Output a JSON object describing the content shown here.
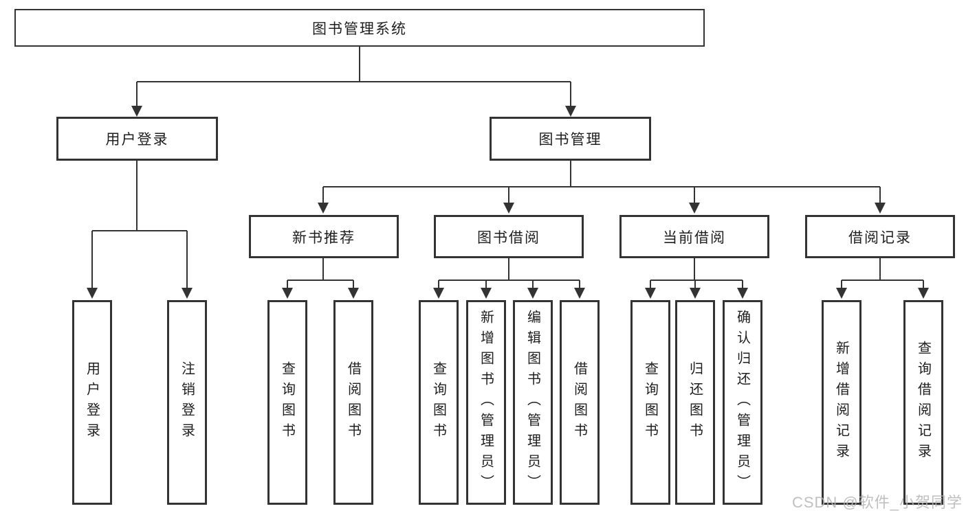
{
  "diagram": {
    "root": {
      "label": "图书管理系统"
    },
    "branches": [
      {
        "label": "用户登录",
        "children": [
          {
            "label": "用户登录"
          },
          {
            "label": "注销登录"
          }
        ]
      },
      {
        "label": "图书管理",
        "children": [
          {
            "label": "新书推荐",
            "children": [
              {
                "label": "查询图书"
              },
              {
                "label": "借阅图书"
              }
            ]
          },
          {
            "label": "图书借阅",
            "children": [
              {
                "label": "查询图书"
              },
              {
                "label": "新增图书（管理员）"
              },
              {
                "label": "编辑图书（管理员）"
              },
              {
                "label": "借阅图书"
              }
            ]
          },
          {
            "label": "当前借阅",
            "children": [
              {
                "label": "查询图书"
              },
              {
                "label": "归还图书"
              },
              {
                "label": "确认归还（管理员）"
              }
            ]
          },
          {
            "label": "借阅记录",
            "children": [
              {
                "label": "新增借阅记录"
              },
              {
                "label": "查询借阅记录"
              }
            ]
          }
        ]
      }
    ]
  },
  "watermark": {
    "text": "CSDN @软件_小贺同学",
    "color": "#b5b5b5"
  },
  "colors": {
    "line": "#333333",
    "text": "#1e1e1e",
    "background": "#ffffff"
  }
}
